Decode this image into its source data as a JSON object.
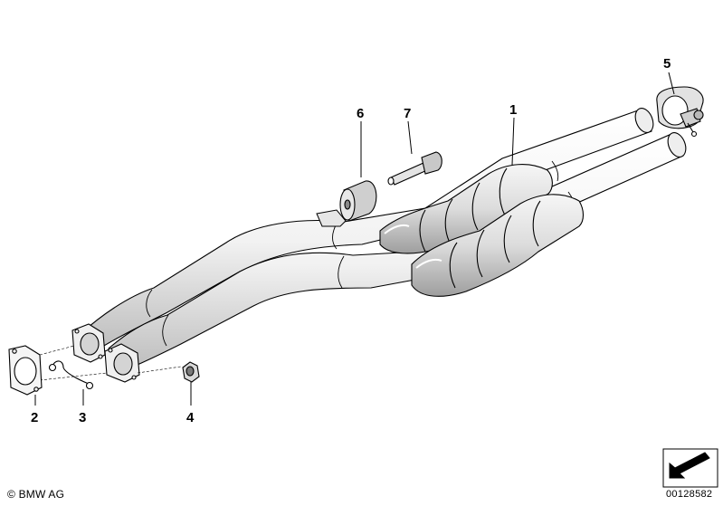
{
  "diagram": {
    "callouts": [
      {
        "id": "1",
        "text": "1"
      },
      {
        "id": "2",
        "text": "2"
      },
      {
        "id": "3",
        "text": "3"
      },
      {
        "id": "4",
        "text": "4"
      },
      {
        "id": "5",
        "text": "5"
      },
      {
        "id": "6",
        "text": "6"
      },
      {
        "id": "7",
        "text": "7"
      }
    ],
    "copyright": "© BMW AG",
    "reference": "00128582"
  },
  "colors": {
    "line": "#000000",
    "shade": "#d8d8d8",
    "highlight": "#ffffff"
  }
}
